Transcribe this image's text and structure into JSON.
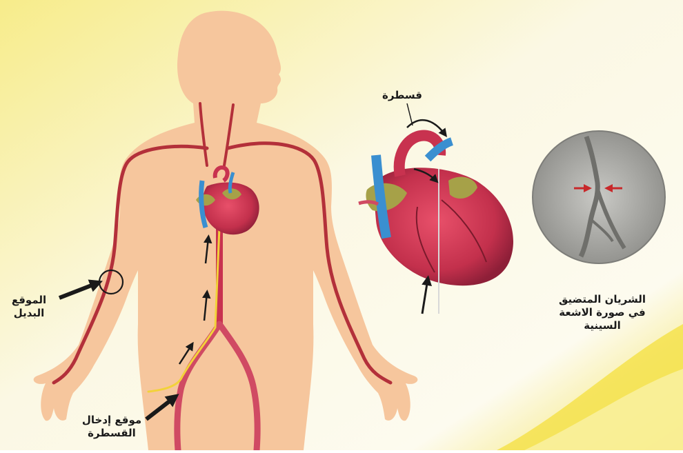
{
  "labels": {
    "catheter": "قسطرة",
    "alternative_site": [
      "الموقع",
      "البديل"
    ],
    "insertion_site": [
      "موقع إدخال",
      "القسطرة"
    ],
    "narrowed_artery": [
      "الشريان المتضيق",
      "في صورة الاشعة",
      "السينية"
    ]
  },
  "colors": {
    "background_light": "#fbf8e0",
    "background_yellow": "#f7e96a",
    "skin": "#f7c9a0",
    "artery": "#b3303a",
    "vein": "#d04a63",
    "heart": "#c8324f",
    "aorta_blue": "#3a8fd0",
    "fat_olive": "#a6a148",
    "catheter_wire": "#f2d23a",
    "xray_gray": "#a8a8a4",
    "stenosis_arrow": "#c8282a"
  },
  "icons": {
    "direction_arrow": "arrow-icon",
    "marker": "circle-marker-icon"
  }
}
